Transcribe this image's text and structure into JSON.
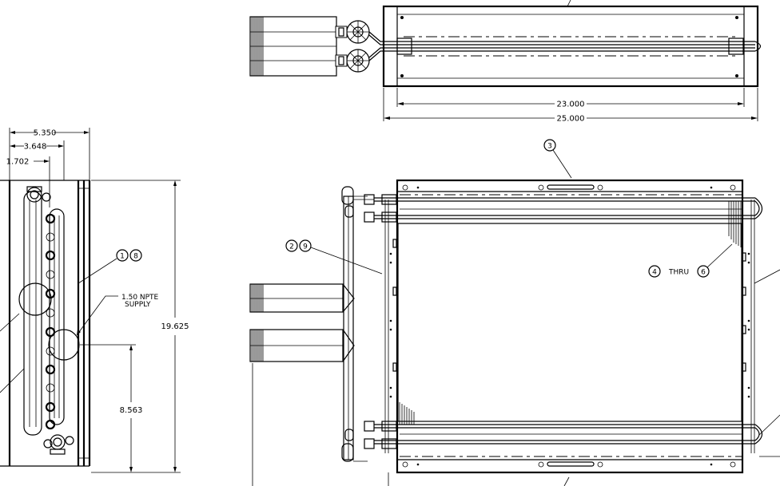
{
  "dimensions": {
    "d_5350": "5.350",
    "d_3648": "3.648",
    "d_1702": "1.702",
    "d_19625": "19.625",
    "d_8563": "8.563",
    "d_23000": "23.000",
    "d_25000": "25.000"
  },
  "notes": {
    "supply_line1": "1.50  NPTE",
    "supply_line2": "SUPPLY",
    "thru": "THRU"
  },
  "balloons": {
    "b1": "1",
    "b8": "8",
    "b2": "2",
    "b9": "9",
    "b3": "3",
    "b4": "4",
    "b6": "6"
  }
}
